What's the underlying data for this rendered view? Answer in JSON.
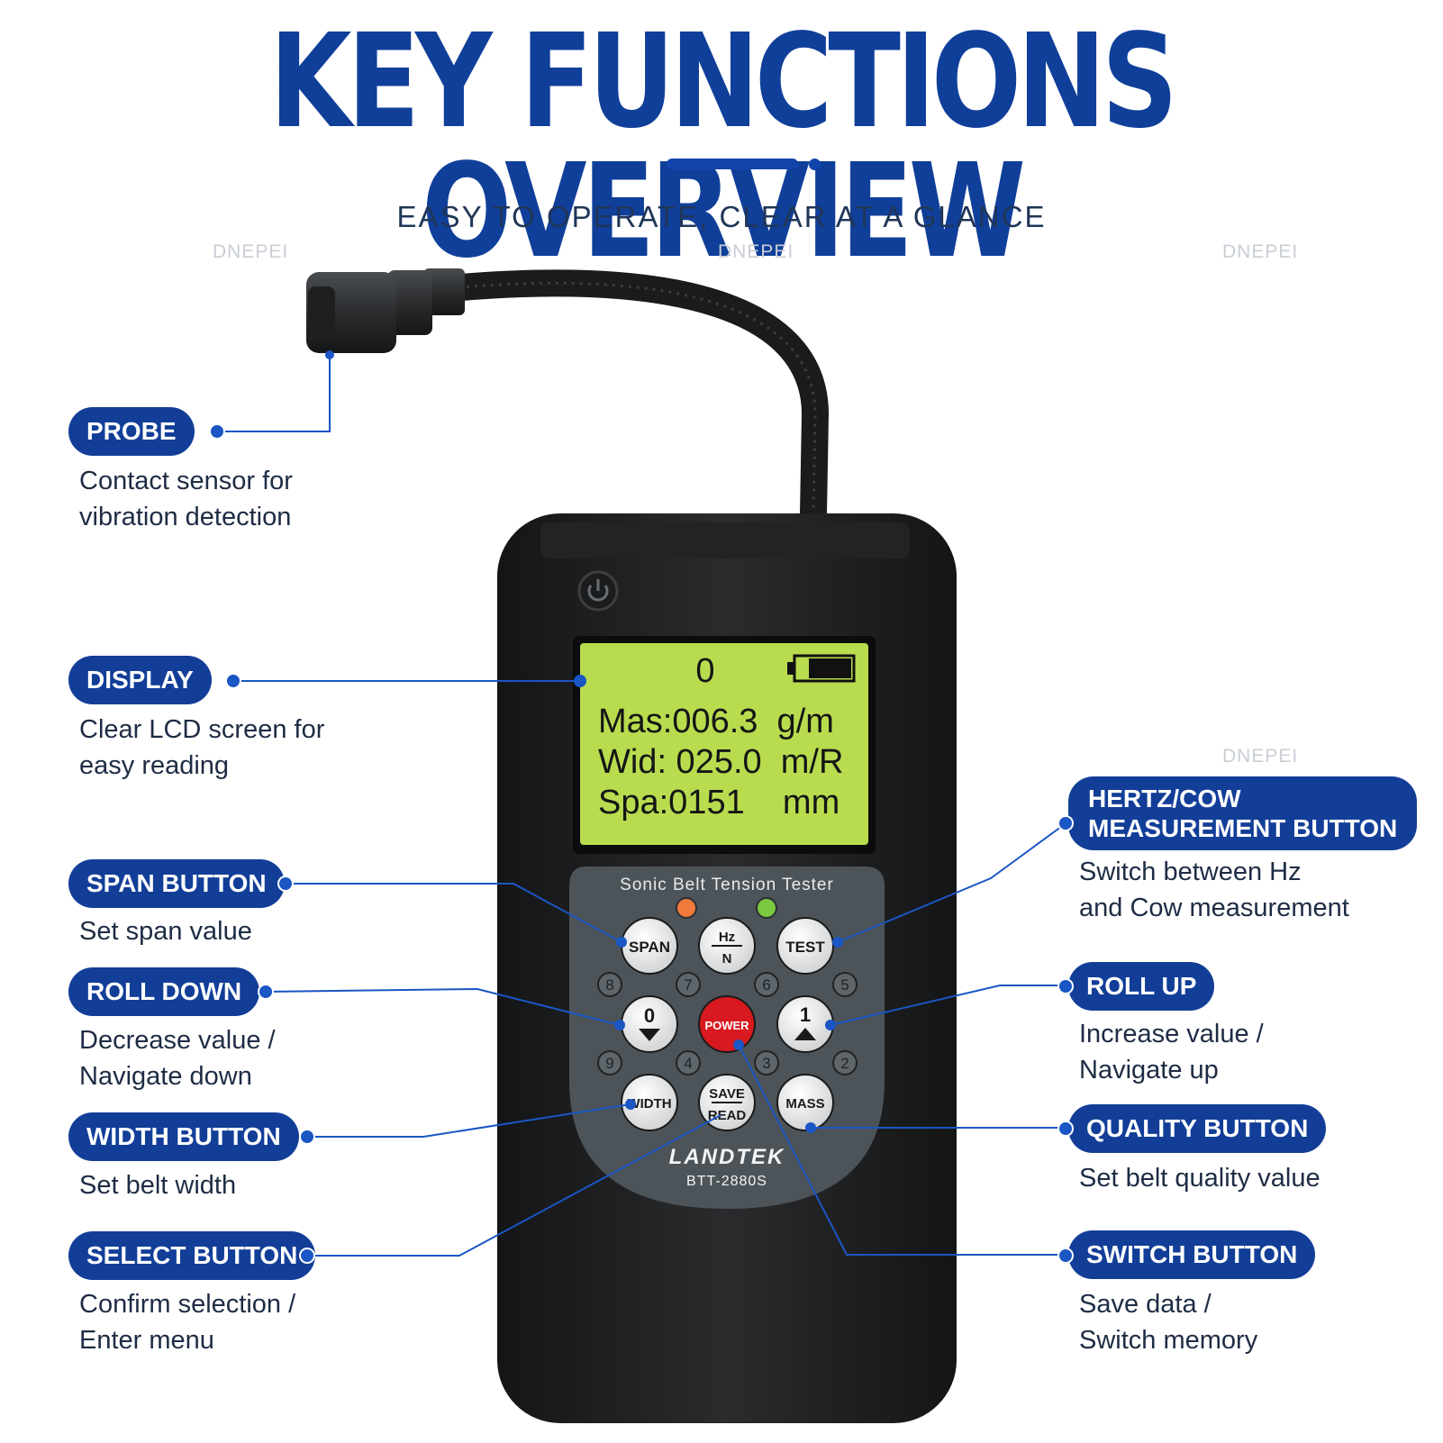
{
  "header": {
    "title": "KEY FUNCTIONS OVERVIEW",
    "subtitle": "EASY TO OPERATE, CLEAR AT A GLANCE"
  },
  "watermark": "DNEPEI",
  "colors": {
    "brand_blue": "#123e98",
    "lcd_green": "#b9dc4f",
    "device_body": "#1d1e20",
    "keypad_gray": "#4d5459",
    "power_red": "#d8191f"
  },
  "device": {
    "lcd": {
      "line0": "0",
      "line1": "Mas:006.3  g/m",
      "line2": "Wid: 025.0  m/R",
      "line3": "Spa:0151    mm"
    },
    "panel_title": "Sonic Belt Tension Tester",
    "brand": "LANDTEK",
    "model": "BTT-2880S",
    "keys": {
      "span": "SPAN",
      "hz_top": "Hz",
      "hz_bottom": "N",
      "test": "TEST",
      "down": "0",
      "power": "POWER",
      "up": "1",
      "width": "WIDTH",
      "save": "SAVE",
      "read": "READ",
      "mass": "MASS"
    },
    "digits": [
      "8",
      "7",
      "6",
      "5",
      "9",
      "4",
      "3",
      "2"
    ]
  },
  "callouts": {
    "probe": {
      "label": "PROBE",
      "desc1": "Contact sensor for",
      "desc2": "vibration detection"
    },
    "display": {
      "label": "DISPLAY",
      "desc1": "Clear LCD screen for",
      "desc2": "easy reading"
    },
    "span": {
      "label": "SPAN BUTTON",
      "desc1": "Set span value"
    },
    "roll_down": {
      "label": "ROLL DOWN",
      "desc1": "Decrease value /",
      "desc2": "Navigate down"
    },
    "width": {
      "label": "WIDTH BUTTON",
      "desc1": "Set belt width"
    },
    "select": {
      "label": "SELECT BUTTON",
      "desc1": "Confirm selection /",
      "desc2": "Enter menu"
    },
    "hertz": {
      "label1": "HERTZ/COW",
      "label2": "MEASUREMENT BUTTON",
      "desc1": "Switch between Hz",
      "desc2": "and Cow measurement"
    },
    "roll_up": {
      "label": "ROLL UP",
      "desc1": "Increase value /",
      "desc2": "Navigate up"
    },
    "quality": {
      "label": "QUALITY BUTTON",
      "desc1": "Set belt quality value"
    },
    "switch": {
      "label": "SWITCH BUTTON",
      "desc1": "Save data /",
      "desc2": "Switch memory"
    }
  }
}
